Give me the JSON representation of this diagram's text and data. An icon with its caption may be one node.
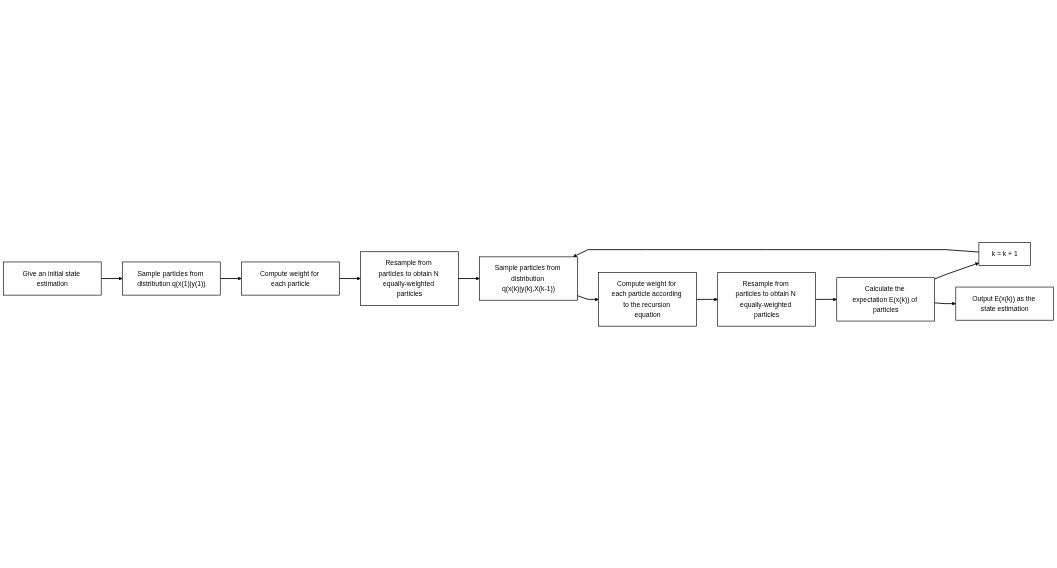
{
  "diagram": {
    "nodes": [
      {
        "text": [
          "Give an initial state estimation"
        ]
      },
      {
        "text": [
          "Sample particles from distribution q(x(1)|y(1))"
        ]
      },
      {
        "text": [
          "Compute weight for each particle"
        ]
      },
      {
        "text": [
          "Resample from particles to obtain N equally-weighted particles"
        ]
      },
      {
        "text": [
          "Calculate the expectation E(x(k)) of particles"
        ]
      },
      {
        "text": [
          "Resample from particles to obtain N equally-weighted particles"
        ]
      },
      {
        "text": [
          "Compute weight for each particle according to the recursion equation"
        ]
      },
      {
        "text": [
          "Sample particles from distribution q(x(k)|y(k),X(k-1))"
        ]
      },
      {
        "text": [
          "k = k + 1"
        ]
      },
      {
        "text": [
          "Output E(x(k)) as the state estimation"
        ]
      }
    ],
    "edges": [
      {
        "from": 0,
        "to": 1,
        "arrow": "to"
      },
      {
        "from": 1,
        "to": 2,
        "arrow": "to"
      },
      {
        "from": 2,
        "to": 3,
        "arrow": "to"
      },
      {
        "from": 3,
        "to": 7,
        "arrow": "to"
      },
      {
        "from": 7,
        "to": 6,
        "arrow": "to"
      },
      {
        "from": 6,
        "to": 5,
        "arrow": "to"
      },
      {
        "from": 5,
        "to": 4,
        "arrow": "to"
      },
      {
        "from": 4,
        "to": 8,
        "arrow": "to"
      },
      {
        "from": 8,
        "to": 7,
        "arrow": "to"
      },
      {
        "from": 4,
        "to": 9,
        "arrow": "to"
      }
    ]
  }
}
